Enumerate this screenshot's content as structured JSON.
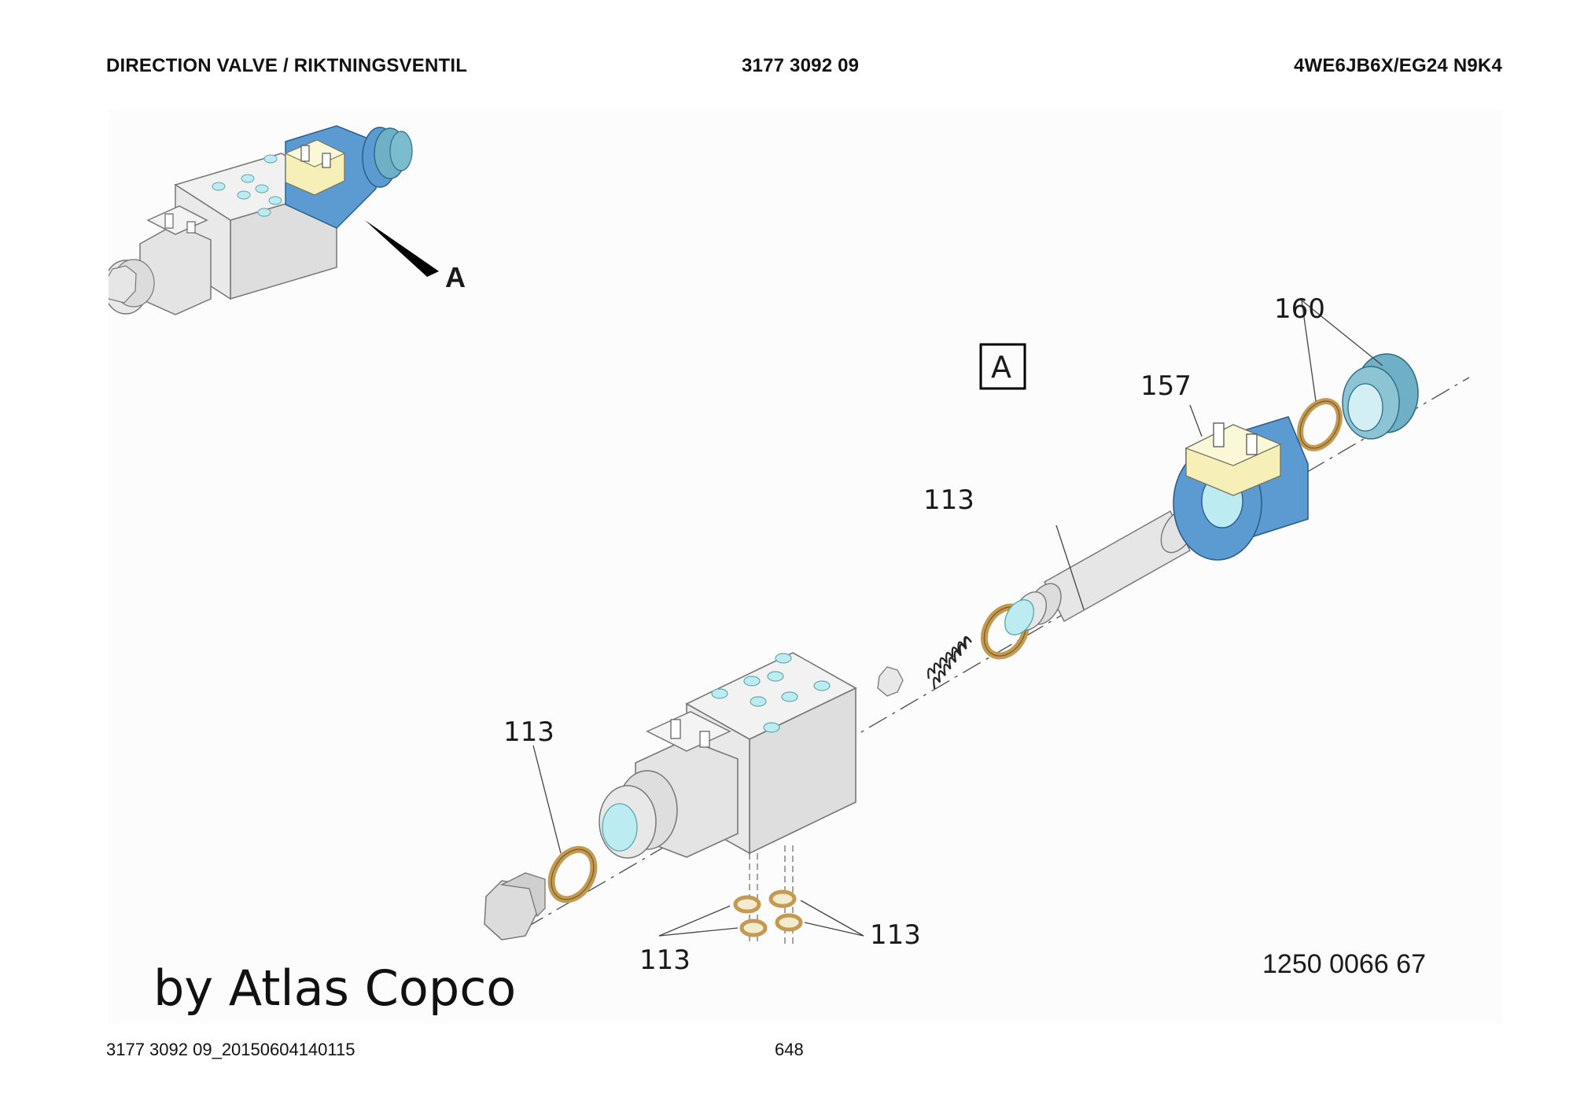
{
  "header": {
    "title": "DIRECTION VALVE / RIKTNINGSVENTIL",
    "part_number": "3177 3092 09",
    "model": "4WE6JB6X/EG24 N9K4"
  },
  "diagram": {
    "view_marker": "A",
    "detail_box": "A",
    "callouts": {
      "seal_mid": "113",
      "seal_left": "113",
      "seals_bottom_left": "113",
      "seals_bottom_right": "113",
      "coil": "157",
      "nut": "160"
    },
    "drawing_number": "1250 0066 67"
  },
  "watermark": "by Atlas Copco",
  "footer": {
    "doc_id": "3177 3092 09_20150604140115",
    "page": "648"
  },
  "colors": {
    "coil_blue": "#5b9bd2",
    "nut_teal": "#6fb0c6",
    "seal_bronze": "#c49a52",
    "body_grey": "#e6e6e6",
    "port_cyan": "#bdebf2",
    "connector_yellow": "#f6f0b8"
  }
}
